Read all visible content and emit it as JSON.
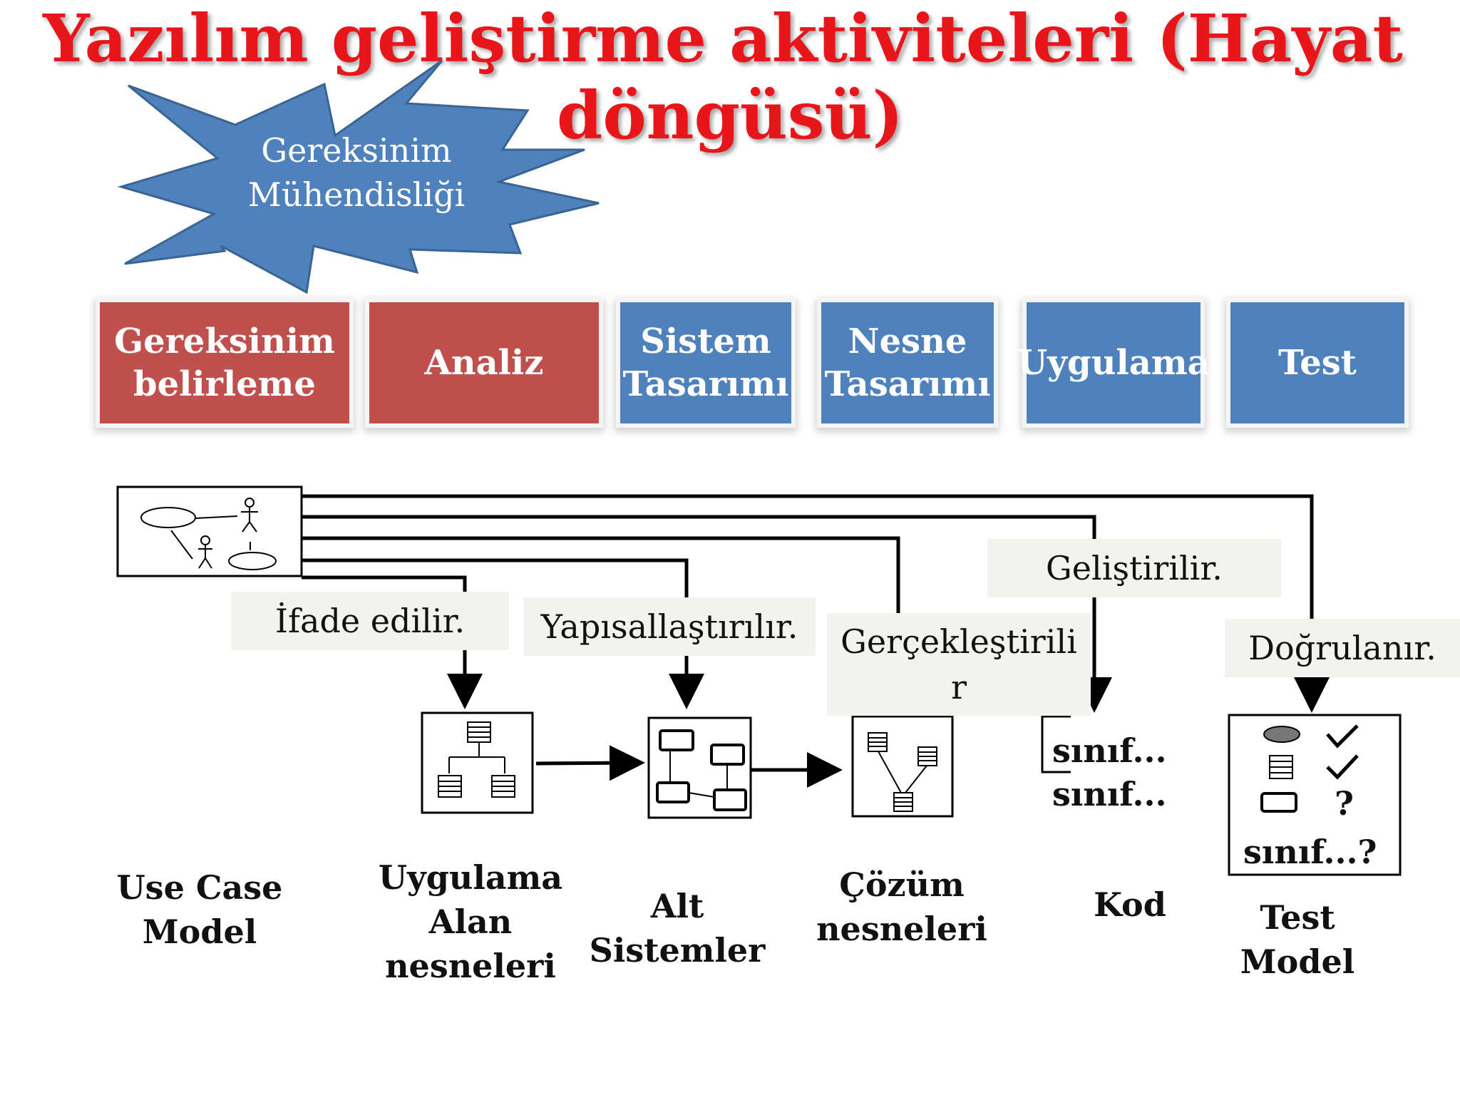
{
  "title": {
    "line1": "Yazılım geliştirme aktiviteleri (Hayat",
    "line2": "döngüsü)"
  },
  "starburst": {
    "line1": "Gereksinim",
    "line2": "Mühendisliği",
    "color": "#4f81bd"
  },
  "phases": [
    {
      "line1": "Gereksinim",
      "line2": "belirleme",
      "color": "#c0504d"
    },
    {
      "line1": "Analiz",
      "line2": "",
      "color": "#c0504d"
    },
    {
      "line1": "Sistem",
      "line2": "Tasarımı",
      "color": "#4f81bd"
    },
    {
      "line1": "Nesne",
      "line2": "Tasarımı",
      "color": "#4f81bd"
    },
    {
      "line1": "Uygulama",
      "line2": "",
      "color": "#4f81bd"
    },
    {
      "line1": "Test",
      "line2": "",
      "color": "#4f81bd"
    }
  ],
  "flow_labels": {
    "expressed": "İfade edilir.",
    "structured": "Yapısallaştırılır.",
    "realized_1": "Gerçekleştirili",
    "realized_2": "r",
    "developed": "Geliştirilir.",
    "verified": "Doğrulanır."
  },
  "code_text": {
    "line1": "sınıf...",
    "line2": "sınıf..."
  },
  "test_box": {
    "question1": "?",
    "bottom": "sınıf...?"
  },
  "captions": {
    "use_case": [
      "Use Case",
      "Model"
    ],
    "domain_objects": [
      "Uygulama",
      "Alan",
      "nesneleri"
    ],
    "subsystems": [
      "Alt",
      "Sistemler"
    ],
    "solution_objects": [
      "Çözüm",
      "nesneleri"
    ],
    "code": [
      "Kod"
    ],
    "test_model": [
      "Test",
      "Model"
    ]
  }
}
